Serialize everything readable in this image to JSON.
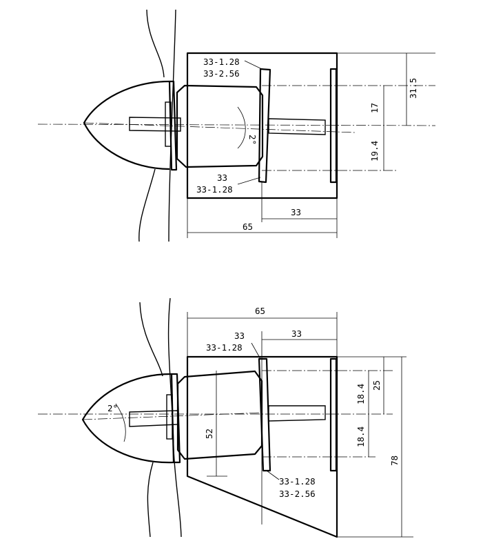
{
  "top_view": {
    "labels": {
      "rim_top_1": "33-1.28",
      "rim_top_2": "33-2.56",
      "rim_bottom_1": "33",
      "rim_bottom_2": "33-1.28",
      "dim_31_5": "31.5",
      "dim_17": "17",
      "dim_19_4": "19.4",
      "dim_33": "33",
      "dim_65": "65",
      "angle": "2°"
    }
  },
  "bottom_view": {
    "labels": {
      "dim_65": "65",
      "dim_33": "33",
      "rim_top_1": "33",
      "rim_top_2": "33-1.28",
      "dim_18_4_a": "18.4",
      "dim_18_4_b": "18.4",
      "dim_25": "25",
      "dim_52": "52",
      "dim_78": "78",
      "rim_bottom_1": "33-1.28",
      "rim_bottom_2": "33-2.56",
      "angle": "2°"
    }
  }
}
